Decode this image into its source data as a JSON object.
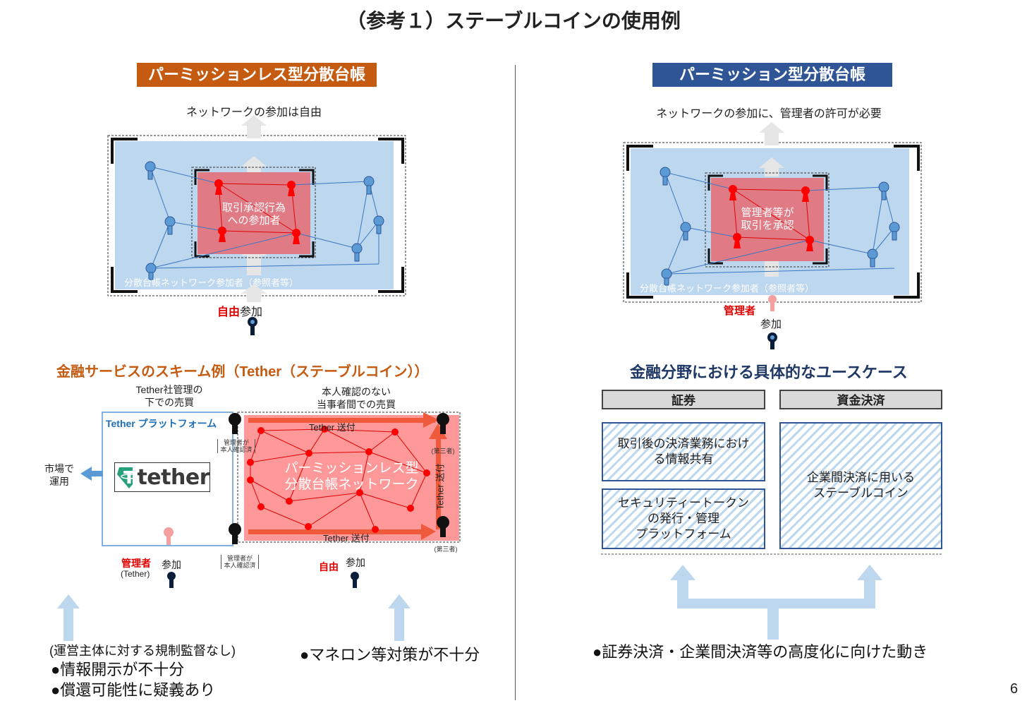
{
  "title": "（参考１）ステーブルコインの使用例",
  "left": {
    "header": "パーミッションレス型分散台帳",
    "caption": "ネットワークの参加は自由",
    "inner_label_1": "取引承認行為",
    "inner_label_2": "への参加者",
    "outer_label": "分散台帳ネットワーク参加者（参照者等）",
    "join_free": "自由",
    "join_text": "参加",
    "scheme_title": "金融サービスのスキーム例（Tether（ステーブルコイン））",
    "tether_managed_1": "Tether社管理の",
    "tether_managed_2": "下での売買",
    "no_kyc_1": "本人確認のない",
    "no_kyc_2": "当事者間での売買",
    "platform_label": "Tether プラットフォーム",
    "logo_word": "tether",
    "market_1": "市場で",
    "market_2": "運用",
    "kyc_note_1": "管理者が",
    "kyc_note_2": "本人確認済",
    "kyc_note_3": "管理者が",
    "kyc_note_4": "本人確認済",
    "third_party_1": "(第三者)",
    "third_party_2": "(第三者)",
    "network_1": "パーミッションレス型",
    "network_2": "分散台帳ネットワーク",
    "send_top": "Tether 送付",
    "send_bottom": "Tether 送付",
    "send_side": "Tether 送付",
    "admin": "管理者",
    "admin_sub": "(Tether)",
    "admin_join": "参加",
    "free2": "自由",
    "free2_join": "参加",
    "bullet_paren": "(運営主体に対する規制監督なし)",
    "bullet_1": "●情報開示が不十分",
    "bullet_2": "●償還可能性に疑義あり",
    "bullet_3": "●マネロン等対策が不十分"
  },
  "right": {
    "header": "パーミッション型分散台帳",
    "caption": "ネットワークの参加に、管理者の許可が必要",
    "inner_label_1": "管理者等が",
    "inner_label_2": "取引を承認",
    "outer_label": "分散台帳ネットワーク参加者（参照者等）",
    "admin": "管理者",
    "join_text": "参加",
    "usecase_title": "金融分野における具体的なユースケース",
    "cat_1": "証券",
    "cat_2": "資金決済",
    "uc_1a": "取引後の決済業務におけ",
    "uc_1b": "る情報共有",
    "uc_2a": "セキュリティートークン",
    "uc_2b": "の発行・管理",
    "uc_2c": "プラットフォーム",
    "uc_3a": "企業間決済に用いる",
    "uc_3b": "ステーブルコイン",
    "bullet": "●証券決済・企業間決済等の高度化に向けた動き"
  },
  "page_number": "6",
  "colors": {
    "orange": "#c55a11",
    "navy": "#2f5597",
    "light_blue": "#bdd7ee",
    "pink": "#e07b85",
    "red": "#e00000"
  }
}
